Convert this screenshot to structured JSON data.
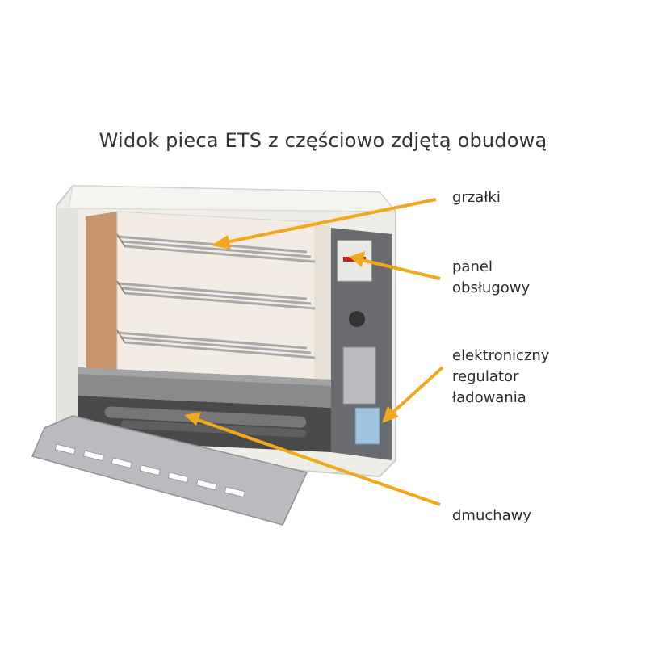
{
  "title": "Widok pieca ETS z częściowo zdjętą obudową",
  "labels": {
    "heaters": "grzałki",
    "panel_line1": "panel",
    "panel_line2": "obsługowy",
    "regulator_line1": "elektroniczny",
    "regulator_line2": "regulator",
    "regulator_line3": "ładowania",
    "blowers": "dmuchawy"
  },
  "colors": {
    "arrow": "#f2a81d",
    "casing": "#ecebe6",
    "insulation": "#c8946b",
    "element": "#a9a9a9",
    "base": "#8a8a8a",
    "panel": "#9c9ea3"
  }
}
